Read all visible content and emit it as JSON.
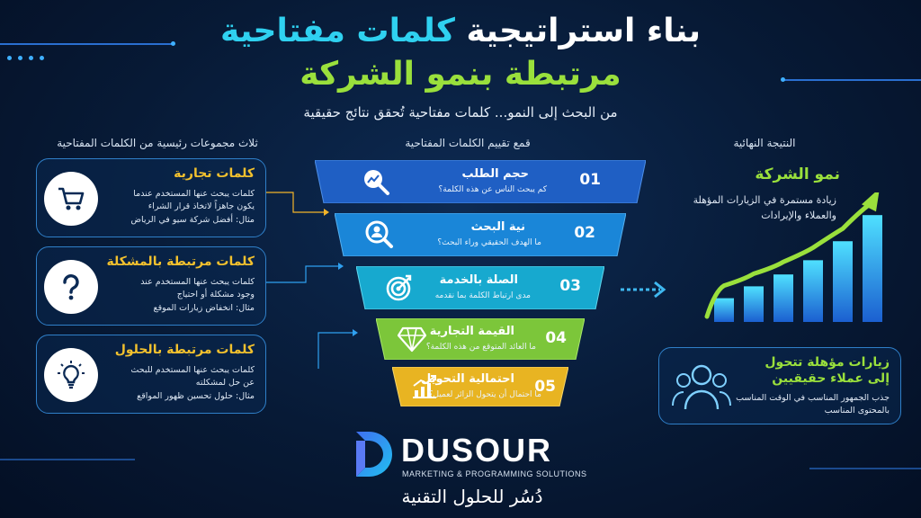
{
  "header": {
    "title_white": "بناء استراتيجية",
    "title_cyan": "كلمات مفتاحية",
    "title_line2": "مرتبطة بنمو الشركة",
    "subtitle": "من البحث إلى النمو... كلمات مفتاحية تُحقق نتائج حقيقية"
  },
  "left": {
    "heading": "ثلاث مجموعات رئيسية من الكلمات المفتاحية",
    "cards": [
      {
        "title": "كلمات تجارية",
        "lines": [
          "كلمات يبحث عنها المستخدم عندما",
          "يكون جاهزاً لاتخاذ قرار الشراء",
          "مثال: أفضل شركة سيو في الرياض"
        ],
        "icon": "shopping-cart-icon"
      },
      {
        "title": "كلمات مرتبطة بالمشكلة",
        "lines": [
          "كلمات يبحث عنها المستخدم عند",
          "وجود مشكلة أو احتياج",
          "مثال: انخفاض زيارات الموقع"
        ],
        "icon": "question-mark-icon"
      },
      {
        "title": "كلمات مرتبطة بالحلول",
        "lines": [
          "كلمات يبحث عنها المستخدم للبحث",
          "عن حل لمشكلته",
          "مثال: حلول تحسين ظهور المواقع"
        ],
        "icon": "lightbulb-icon"
      }
    ]
  },
  "funnel": {
    "heading": "قمع تقييم الكلمات المفتاحية",
    "steps": [
      {
        "num": "01",
        "title": "حجم الطلب",
        "sub": "كم يبحث الناس عن هذه الكلمة؟",
        "icon": "magnifier-chart-icon",
        "color": "#1f5fc4"
      },
      {
        "num": "02",
        "title": "نية البحث",
        "sub": "ما الهدف الحقيقي وراء البحث؟",
        "icon": "search-user-icon",
        "color": "#1a86d8"
      },
      {
        "num": "03",
        "title": "الصلة بالخدمة",
        "sub": "مدى ارتباط الكلمة بما نقدمه",
        "icon": "target-icon",
        "color": "#17a9cf"
      },
      {
        "num": "04",
        "title": "القيمة التجارية",
        "sub": "ما العائد المتوقع من هذه الكلمة؟",
        "icon": "diamond-icon",
        "color": "#7cc63a"
      },
      {
        "num": "05",
        "title": "احتمالية التحويل",
        "sub": "ما احتمال أن يتحول الزائر لعميل؟",
        "icon": "growth-chart-icon",
        "color": "#e8b422"
      }
    ]
  },
  "result": {
    "heading": "النتيجة النهائية",
    "title": "نمو الشركة",
    "desc_1": "زيادة مستمرة في الزيارات المؤهلة",
    "desc_2": "والعملاء والإيرادات",
    "bars": [
      0.2,
      0.3,
      0.4,
      0.52,
      0.68,
      0.9
    ],
    "card": {
      "title_1": "زيارات مؤهلة تتحول",
      "title_2": "إلى عملاء حقيقيين",
      "desc_1": "جذب الجمهور المناسب في الوقت المناسب",
      "desc_2": "بالمحتوى المناسب",
      "icon": "team-icon"
    }
  },
  "brand": {
    "name": "DUSOUR",
    "tagline": "MARKETING & PROGRAMMING SOLUTIONS",
    "arabic": "دُسُر للحلول التقنية"
  },
  "colors": {
    "accent_cyan": "#2fd1f0",
    "accent_green": "#9ae03c",
    "accent_yellow": "#f2c12e",
    "background": "#071a36"
  }
}
